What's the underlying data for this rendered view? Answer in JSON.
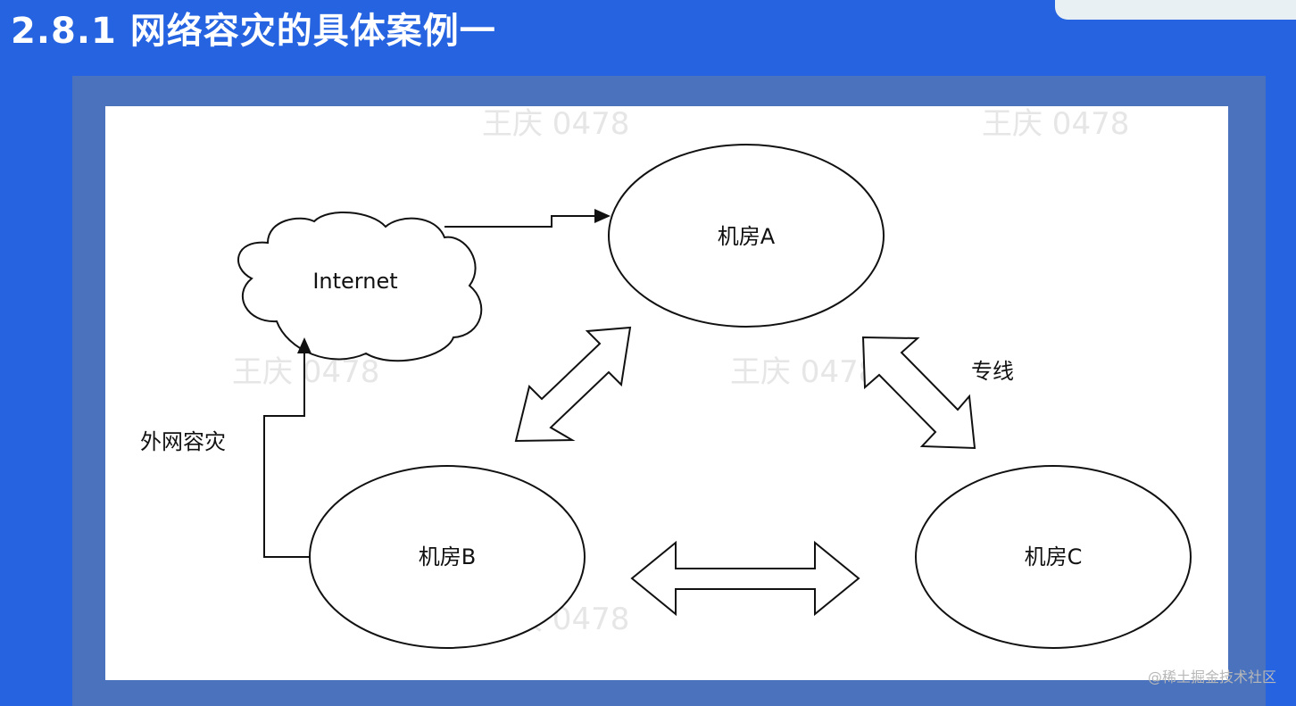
{
  "slide": {
    "title": "2.8.1 网络容灾的具体案例一"
  },
  "diagram": {
    "nodes": {
      "internet": "Internet",
      "room_a": "机房A",
      "room_b": "机房B",
      "room_c": "机房C"
    },
    "labels": {
      "dedicated_line": "专线",
      "external_dr": "外网容灾"
    },
    "watermark": "王庆 0478",
    "credit": "@稀土掘金技术社区"
  }
}
